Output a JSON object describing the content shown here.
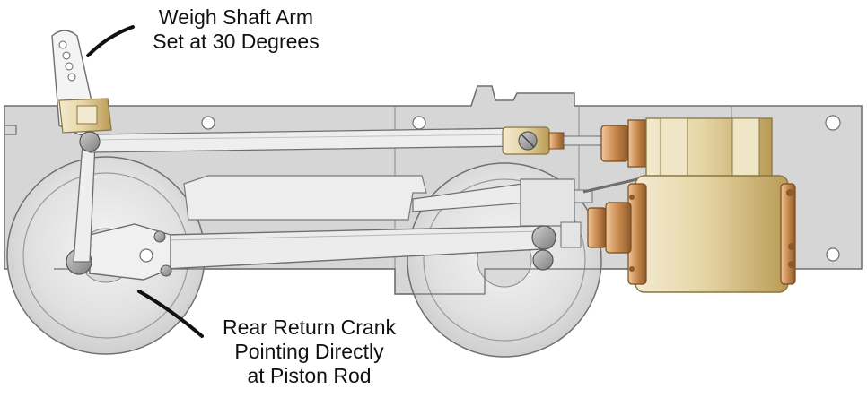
{
  "annotations": {
    "weigh_shaft": {
      "line1": "Weigh Shaft Arm",
      "line2": "Set at 30 Degrees"
    },
    "return_crank": {
      "line1": "Rear Return Crank",
      "line2": "Pointing Directly",
      "line3": "at Piston Rod"
    }
  },
  "colors": {
    "frame": "#d4d4d4",
    "frame_edge": "#6e6e6e",
    "rod": "#e9e9e9",
    "wheel": "#e3e3e3",
    "cylinder_brass": "#e2d4a8",
    "brass_fitting": "#d6a36a",
    "pin": "#a8a8a8",
    "label_text": "#111111",
    "leader": "#111111"
  }
}
